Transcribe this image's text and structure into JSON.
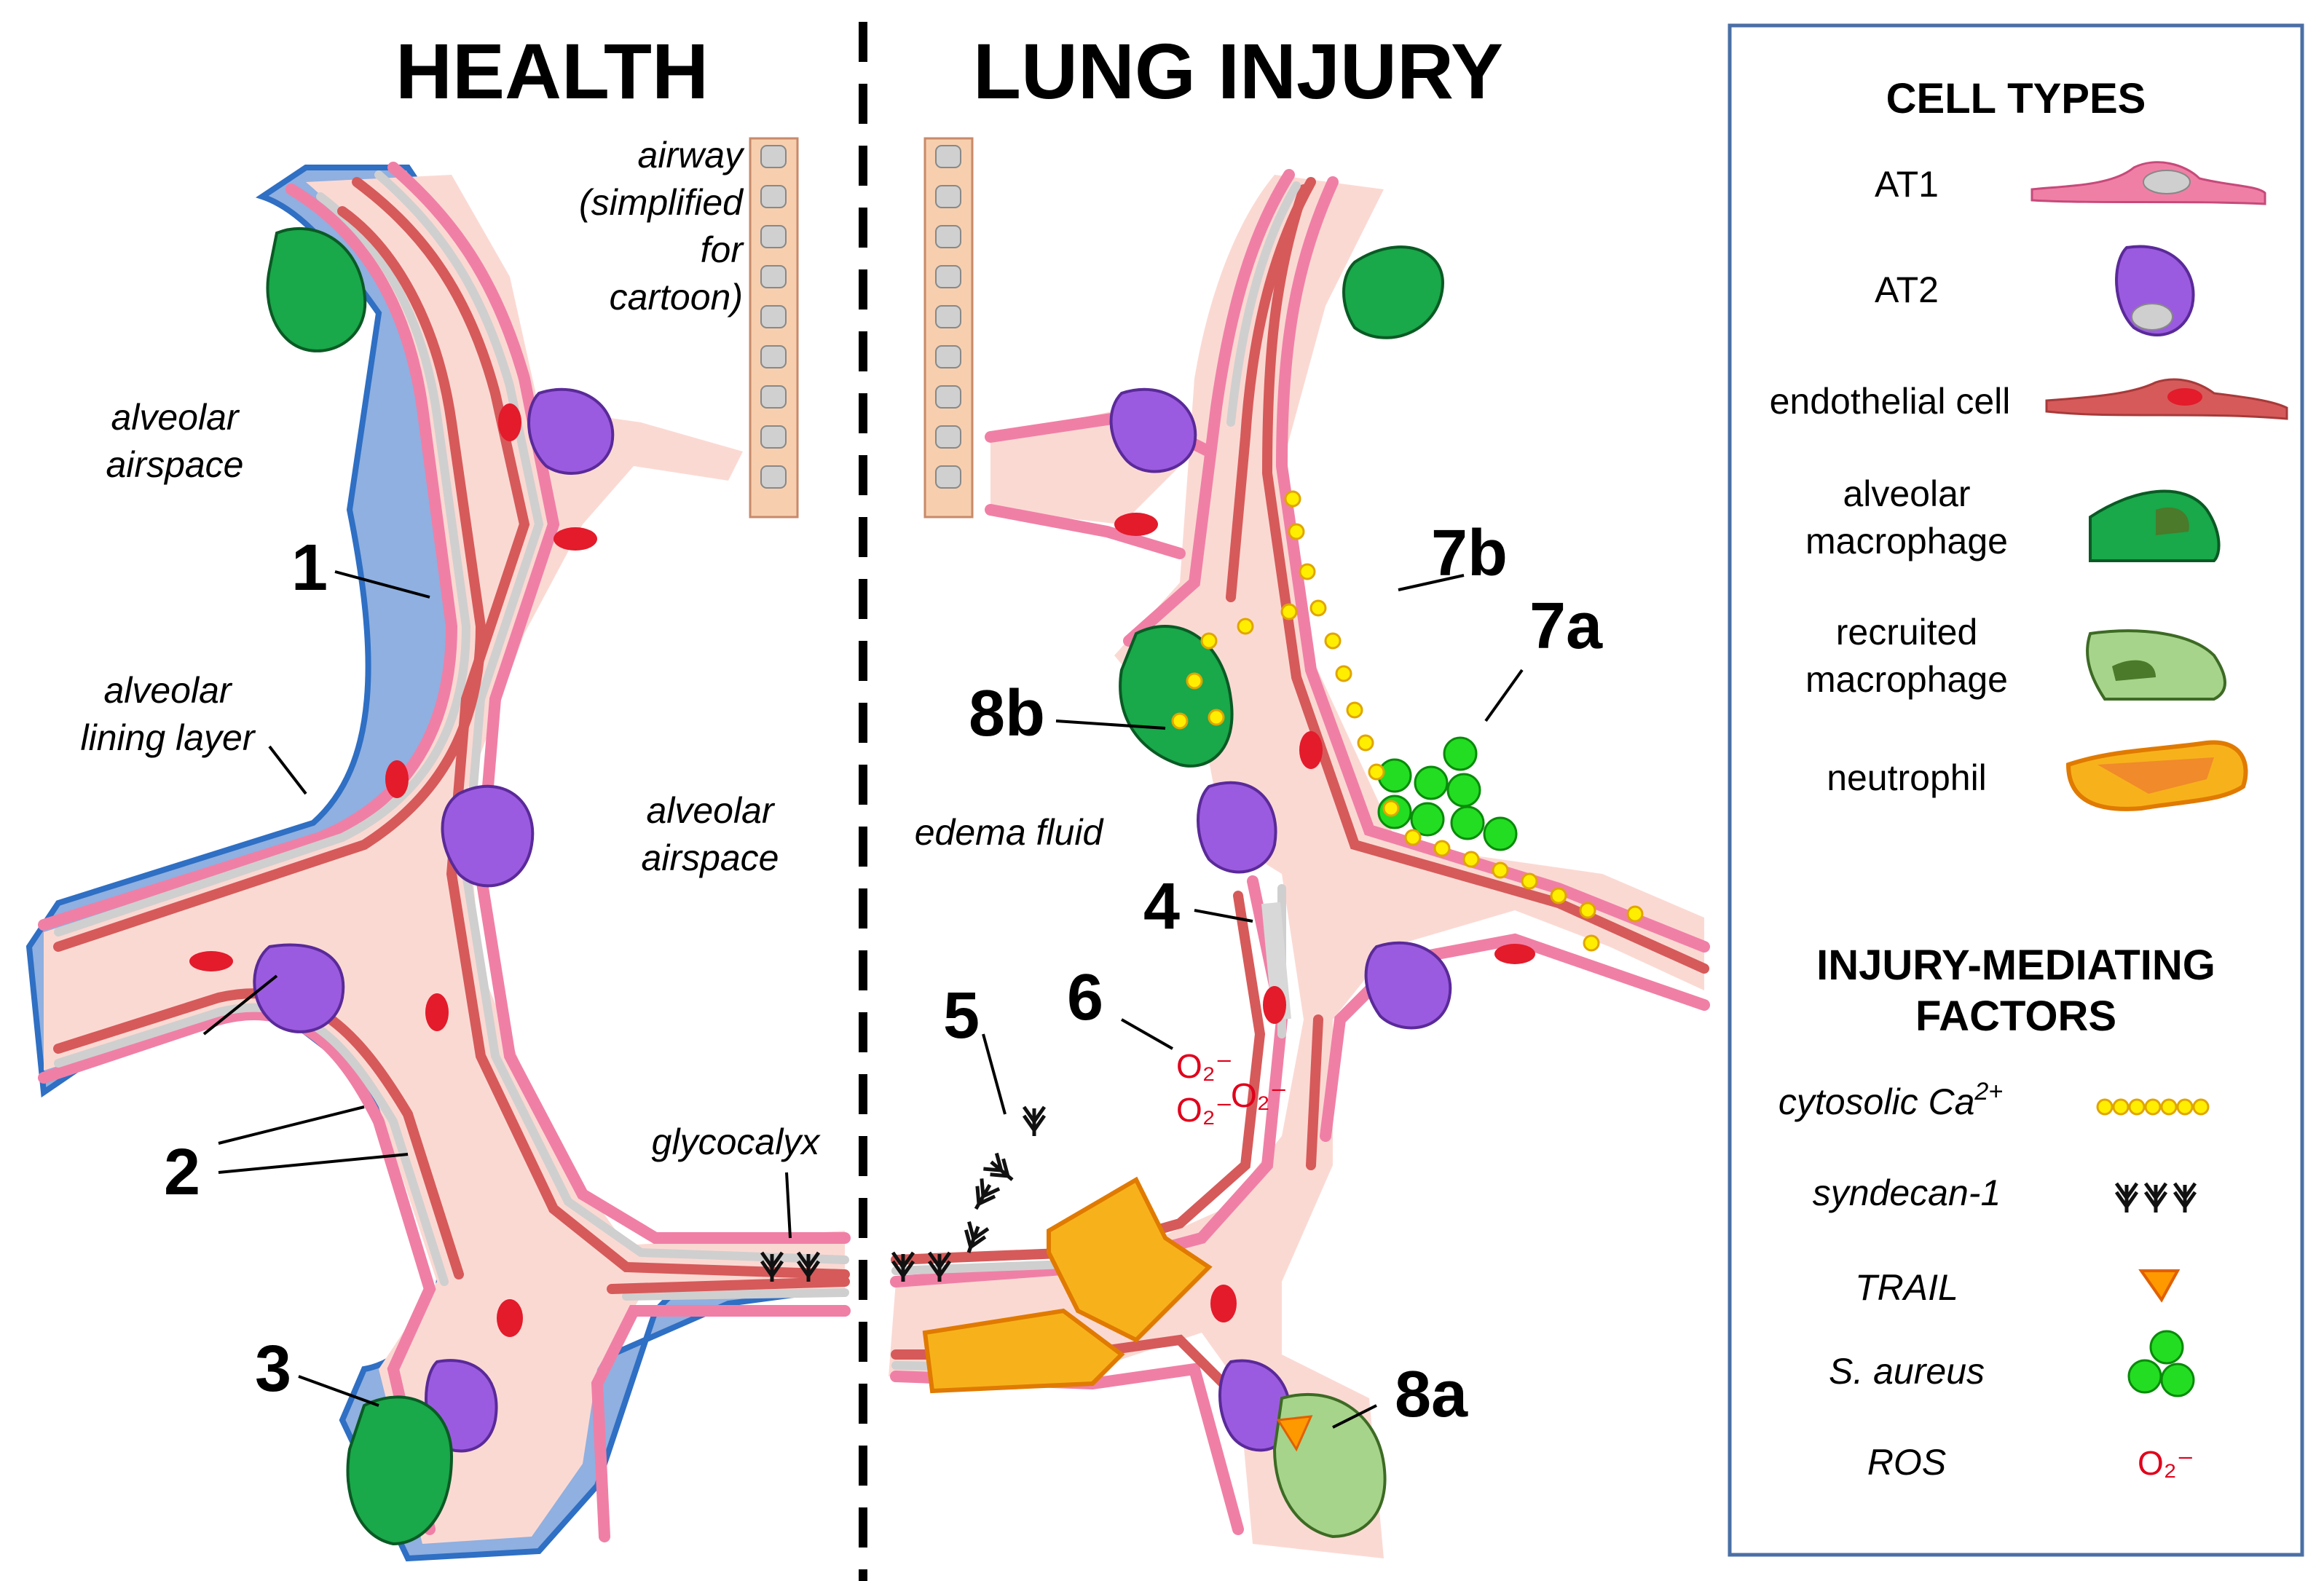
{
  "panels": {
    "health_title": "HEALTH",
    "injury_title": "LUNG INJURY"
  },
  "labels": {
    "airway": [
      "airway",
      "(simplified",
      "for",
      "cartoon)"
    ],
    "alveolar_airspace_left": [
      "alveolar",
      "airspace"
    ],
    "alveolar_lining_layer": [
      "alveolar",
      "lining layer"
    ],
    "alveolar_airspace_center": [
      "alveolar",
      "airspace"
    ],
    "glycocalyx": "glycocalyx",
    "edema_fluid": "edema fluid"
  },
  "callouts": {
    "n1": "1",
    "n2": "2",
    "n3": "3",
    "n4": "4",
    "n5": "5",
    "n6": "6",
    "n7a": "7a",
    "n7b": "7b",
    "n8a": "8a",
    "n8b": "8b"
  },
  "ros_symbol": "O₂⁻",
  "legend": {
    "cell_types_heading": "CELL TYPES",
    "cell_types": [
      {
        "label": "AT1",
        "icon": "at1-cell-icon"
      },
      {
        "label": "AT2",
        "icon": "at2-cell-icon"
      },
      {
        "label": "endothelial cell",
        "icon": "endothelial-cell-icon"
      },
      {
        "label": [
          "alveolar",
          "macrophage"
        ],
        "icon": "alveolar-macrophage-icon"
      },
      {
        "label": [
          "recruited",
          "macrophage"
        ],
        "icon": "recruited-macrophage-icon"
      },
      {
        "label": "neutrophil",
        "icon": "neutrophil-icon"
      }
    ],
    "factors_heading": [
      "INJURY-MEDIATING",
      "FACTORS"
    ],
    "factors": [
      {
        "label": "cytosolic Ca",
        "superscript": "2+",
        "icon": "calcium-dots-icon"
      },
      {
        "label": "syndecan-1",
        "icon": "syndecan-icon"
      },
      {
        "label": "TRAIL",
        "icon": "trail-triangle-icon"
      },
      {
        "label": "S. aureus",
        "icon": "s-aureus-icon"
      },
      {
        "label": "ROS",
        "icon": "ros-icon",
        "symbol": "O₂⁻"
      }
    ]
  },
  "colors": {
    "interstitium": "#fbd9d3",
    "at1_pink": "#f07fa6",
    "endothelial_red": "#d65a5a",
    "basement_gray": "#cfcfcf",
    "lining_blue": "#8fb0e0",
    "lining_edge": "#2f6fc4",
    "at2_purple": "#9b5be0",
    "macrophage_green": "#19a84a",
    "recruited_green": "#a6d48a",
    "neutrophil_orange": "#f7b21b",
    "calcium_yellow": "#ffee00",
    "aureus_green": "#22dd22",
    "ros_red": "#e0001b",
    "airway_tan": "#f7cfae"
  }
}
